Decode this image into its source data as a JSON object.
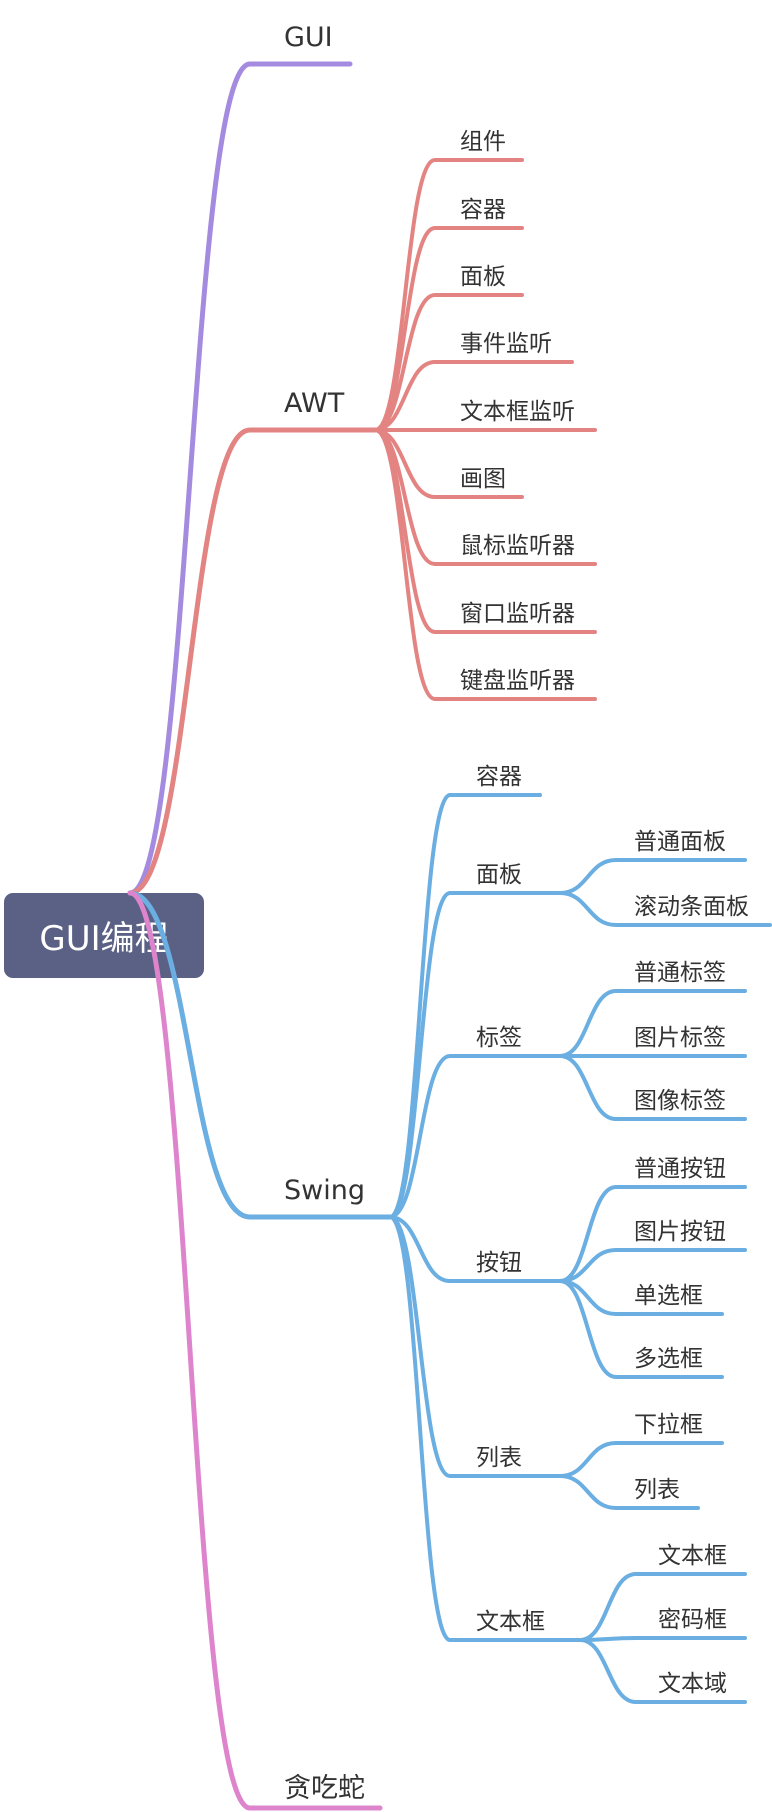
{
  "root": {
    "label": "GUI编程"
  },
  "colors": {
    "gui": "#a48be0",
    "awt": "#e38482",
    "swing": "#6aaee2",
    "snake": "#de84cd",
    "root_bg": "#5b6184"
  },
  "branches": [
    {
      "id": "gui",
      "label": "GUI",
      "children": []
    },
    {
      "id": "awt",
      "label": "AWT",
      "children": [
        {
          "label": "组件",
          "children": []
        },
        {
          "label": "容器",
          "children": []
        },
        {
          "label": "面板",
          "children": []
        },
        {
          "label": "事件监听",
          "children": []
        },
        {
          "label": "文本框监听",
          "children": []
        },
        {
          "label": "画图",
          "children": []
        },
        {
          "label": "鼠标监听器",
          "children": []
        },
        {
          "label": "窗口监听器",
          "children": []
        },
        {
          "label": "键盘监听器",
          "children": []
        }
      ]
    },
    {
      "id": "swing",
      "label": "Swing",
      "children": [
        {
          "label": "容器",
          "children": []
        },
        {
          "label": "面板",
          "children": [
            {
              "label": "普通面板"
            },
            {
              "label": "滚动条面板"
            }
          ]
        },
        {
          "label": "标签",
          "children": [
            {
              "label": "普通标签"
            },
            {
              "label": "图片标签"
            },
            {
              "label": "图像标签"
            }
          ]
        },
        {
          "label": "按钮",
          "children": [
            {
              "label": "普通按钮"
            },
            {
              "label": "图片按钮"
            },
            {
              "label": "单选框"
            },
            {
              "label": "多选框"
            }
          ]
        },
        {
          "label": "列表",
          "children": [
            {
              "label": "下拉框"
            },
            {
              "label": "列表"
            }
          ]
        },
        {
          "label": "文本框",
          "children": [
            {
              "label": "文本框"
            },
            {
              "label": "密码框"
            },
            {
              "label": "文本域"
            }
          ]
        }
      ]
    },
    {
      "id": "snake",
      "label": "贪吃蛇",
      "children": []
    }
  ]
}
